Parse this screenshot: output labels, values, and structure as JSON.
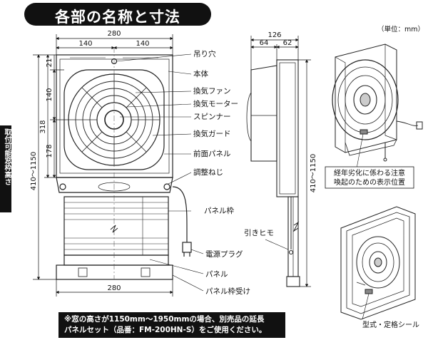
{
  "title": "各部の名称と寸法",
  "unit": "（単位：mm）",
  "side_label": "取付可能窓枠高さ",
  "dimensions": {
    "front_width_top": "280",
    "half_left": "140",
    "half_right": "140",
    "left_21": "21",
    "left_140": "140",
    "left_318": "318",
    "left_178": "178",
    "total_height": "410〜1150",
    "bottom_width": "280",
    "side_depth": "126",
    "side_64": "64",
    "side_62": "62",
    "side_height": "410〜1150"
  },
  "parts": [
    "吊り穴",
    "本体",
    "換気ファン",
    "換気モーター",
    "スピンナー",
    "換気ガード",
    "前面パネル",
    "調整ねじ",
    "パネル枠",
    "電源プラグ",
    "パネル",
    "パネル枠受け"
  ],
  "pull_cord": "引きヒモ",
  "warning_label": [
    "経年劣化に係わる注意",
    "喚起のための表示位置"
  ],
  "model_seal": "型式・定格シール",
  "note": [
    "※窓の高さが1150mm〜1950mmの場合、別売品の延長",
    "パネルセット（品番：FM-200HN-S）をご使用ください。"
  ]
}
